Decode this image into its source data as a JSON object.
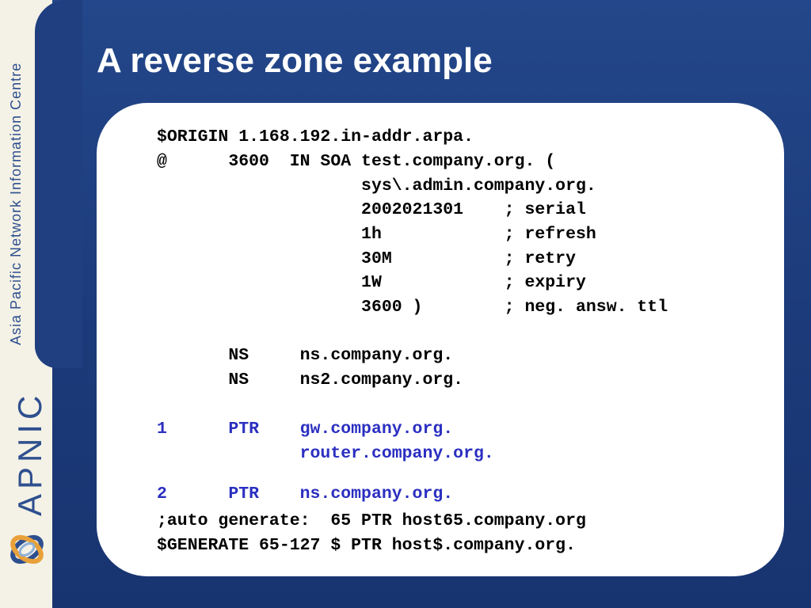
{
  "slide": {
    "title": "A reverse zone example"
  },
  "sidebar": {
    "tagline": "Asia Pacific Network Information Centre",
    "brand": "APNIC",
    "logo_icon": "apnic-swirl-logo",
    "colors": {
      "brand_blue": "#2e4f8f",
      "logo_orange": "#e8a13a",
      "background": "#f4f2e6"
    }
  },
  "zone_file": {
    "lines": [
      {
        "text": "$ORIGIN 1.168.192.in-addr.arpa.",
        "color": "#000000"
      },
      {
        "text": "@      3600  IN SOA test.company.org. (",
        "color": "#000000"
      },
      {
        "text": "                    sys\\.admin.company.org.",
        "color": "#000000"
      },
      {
        "text": "                    2002021301    ; serial",
        "color": "#000000"
      },
      {
        "text": "                    1h            ; refresh",
        "color": "#000000"
      },
      {
        "text": "                    30M           ; retry",
        "color": "#000000"
      },
      {
        "text": "                    1W            ; expiry",
        "color": "#000000"
      },
      {
        "text": "                    3600 )        ; neg. answ. ttl",
        "color": "#000000"
      },
      {
        "text": "       NS     ns.company.org.",
        "color": "#000000"
      },
      {
        "text": "       NS     ns2.company.org.",
        "color": "#000000"
      },
      {
        "text": "1      PTR    gw.company.org.",
        "color": "#2b2fc0"
      },
      {
        "text": "              router.company.org.",
        "color": "#2b2fc0"
      },
      {
        "text": "2      PTR    ns.company.org.",
        "color": "#2b2fc0"
      },
      {
        "text": ";auto generate:  65 PTR host65.company.org",
        "color": "#000000"
      },
      {
        "text": "$GENERATE 65-127 $ PTR host$.company.org.",
        "color": "#000000"
      }
    ]
  },
  "colors": {
    "slide_background": "#1e3a78",
    "title_text": "#ffffff",
    "panel": "#ffffff",
    "highlight_blue": "#2b2fc0"
  }
}
